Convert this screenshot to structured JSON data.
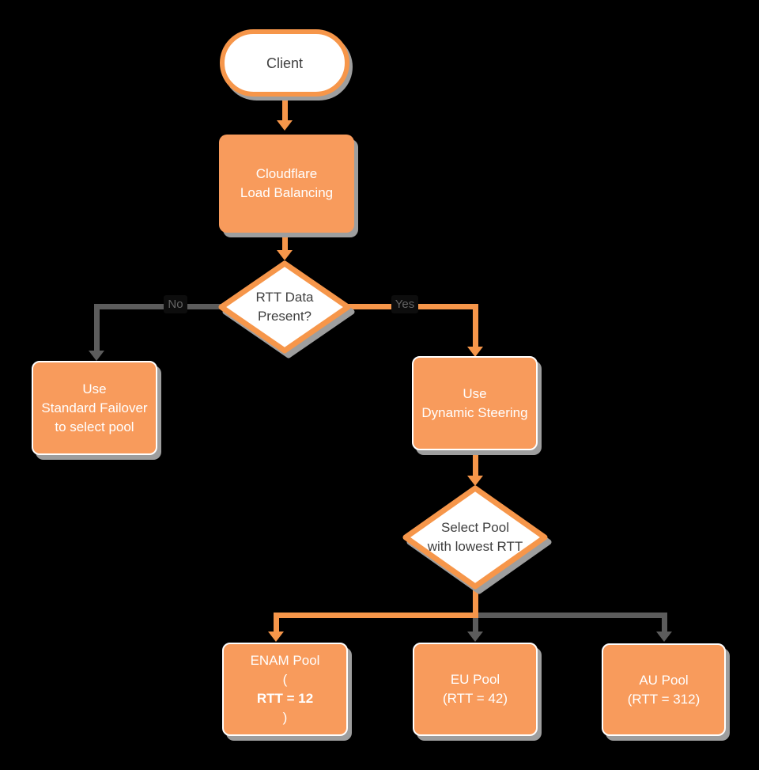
{
  "diagram": {
    "type": "flowchart",
    "background_color": "#000000",
    "colors": {
      "node_fill_orange": "#F89B5C",
      "node_stroke_orange": "#F6964A",
      "connector_gray": "#5C5C5C",
      "shadow_gray": "#9E9E9E",
      "text_dark": "#3F3F3F",
      "text_light": "#FFFFFF"
    },
    "nodes": {
      "client": {
        "label": "Client"
      },
      "load_balancing": {
        "line1": "Cloudflare",
        "line2": "Load Balancing"
      },
      "rtt_decision": {
        "line1": "RTT Data",
        "line2": "Present?"
      },
      "standard_failover": {
        "line1": "Use",
        "line2": "Standard Failover",
        "line3": "to select pool"
      },
      "dynamic_steering": {
        "line1": "Use",
        "line2": "Dynamic Steering"
      },
      "pool_decision": {
        "line1": "Select Pool",
        "line2": "with lowest RTT"
      },
      "enam_pool": {
        "line1": "ENAM Pool",
        "line2_prefix": "(",
        "line2_bold": "RTT = 12",
        "line2_suffix": ")"
      },
      "eu_pool": {
        "line1": "EU Pool",
        "line2": "(RTT = 42)"
      },
      "au_pool": {
        "line1": "AU Pool",
        "line2": "(RTT = 312)"
      }
    },
    "edge_labels": {
      "no": "No",
      "yes": "Yes"
    }
  }
}
